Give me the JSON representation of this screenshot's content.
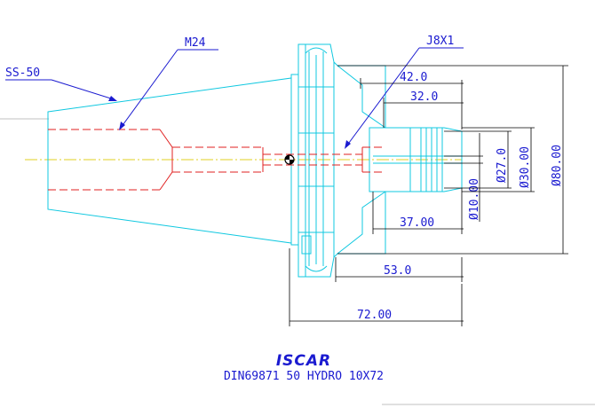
{
  "labels": {
    "shank": "SS-50",
    "thread": "M24",
    "coolant": "J8X1"
  },
  "dimensions": {
    "d1": "42.0",
    "d2": "32.0",
    "d3": "37.00",
    "d4": "53.0",
    "d5": "72.00",
    "dia_bore": "Ø10.00",
    "dia_27": "Ø27.0",
    "dia_30": "Ø30.00",
    "dia_80": "Ø80.00"
  },
  "footer": {
    "brand": "ISCAR",
    "title": "DIN69871 50 HYDRO 10X72"
  },
  "colors": {
    "outline": "#10c8e0",
    "hidden": "#e02020",
    "centerline": "#e0d020",
    "annotation": "#1a1ad0",
    "dimension": "#000000"
  }
}
